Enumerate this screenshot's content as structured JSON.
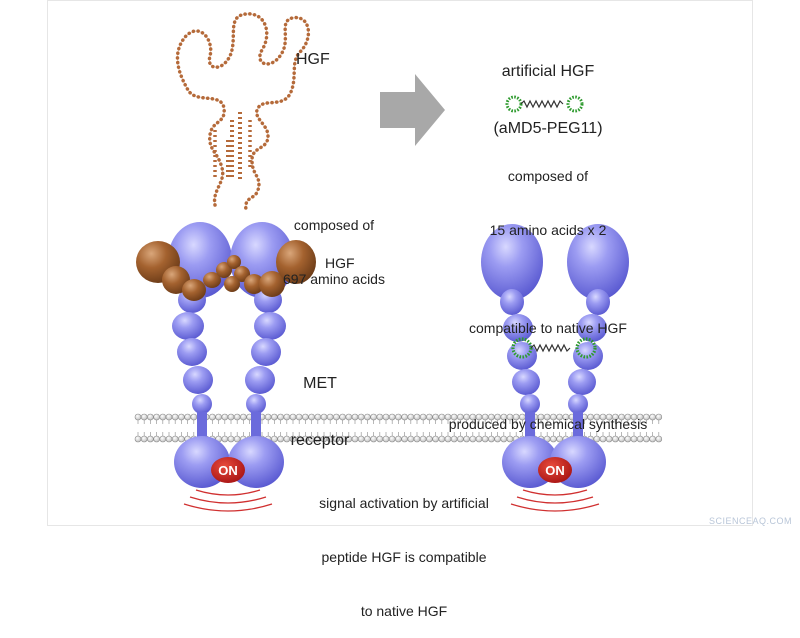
{
  "left_panel": {
    "hgf_label": "HGF",
    "hgf_desc_line1": "composed of",
    "hgf_desc_line2": "697 amino acids",
    "bound_hgf_label": "HGF",
    "receptor_label_line1": "MET",
    "receptor_label_line2": "receptor",
    "on_badge": "ON"
  },
  "right_panel": {
    "title_line1": "artificial HGF",
    "title_line2": "(aMD5-PEG11)",
    "desc_line1": "composed of",
    "desc_line2": "15 amino acids x 2",
    "desc_line3": "compatible to native HGF",
    "desc_line4": "produced by chemical synthesis",
    "on_badge": "ON"
  },
  "caption": {
    "line1": "signal activation by artificial",
    "line2": "peptide HGF is compatible",
    "line3": "to native HGF"
  },
  "watermark": "SCIENCEAQ.COM",
  "colors": {
    "receptor_blue": "#7b7bec",
    "hgf_brown": "#9a5a2c",
    "peptide_green": "#2e9a2e",
    "on_red": "#cc2222",
    "arrow_gray": "#a8a8a8"
  }
}
